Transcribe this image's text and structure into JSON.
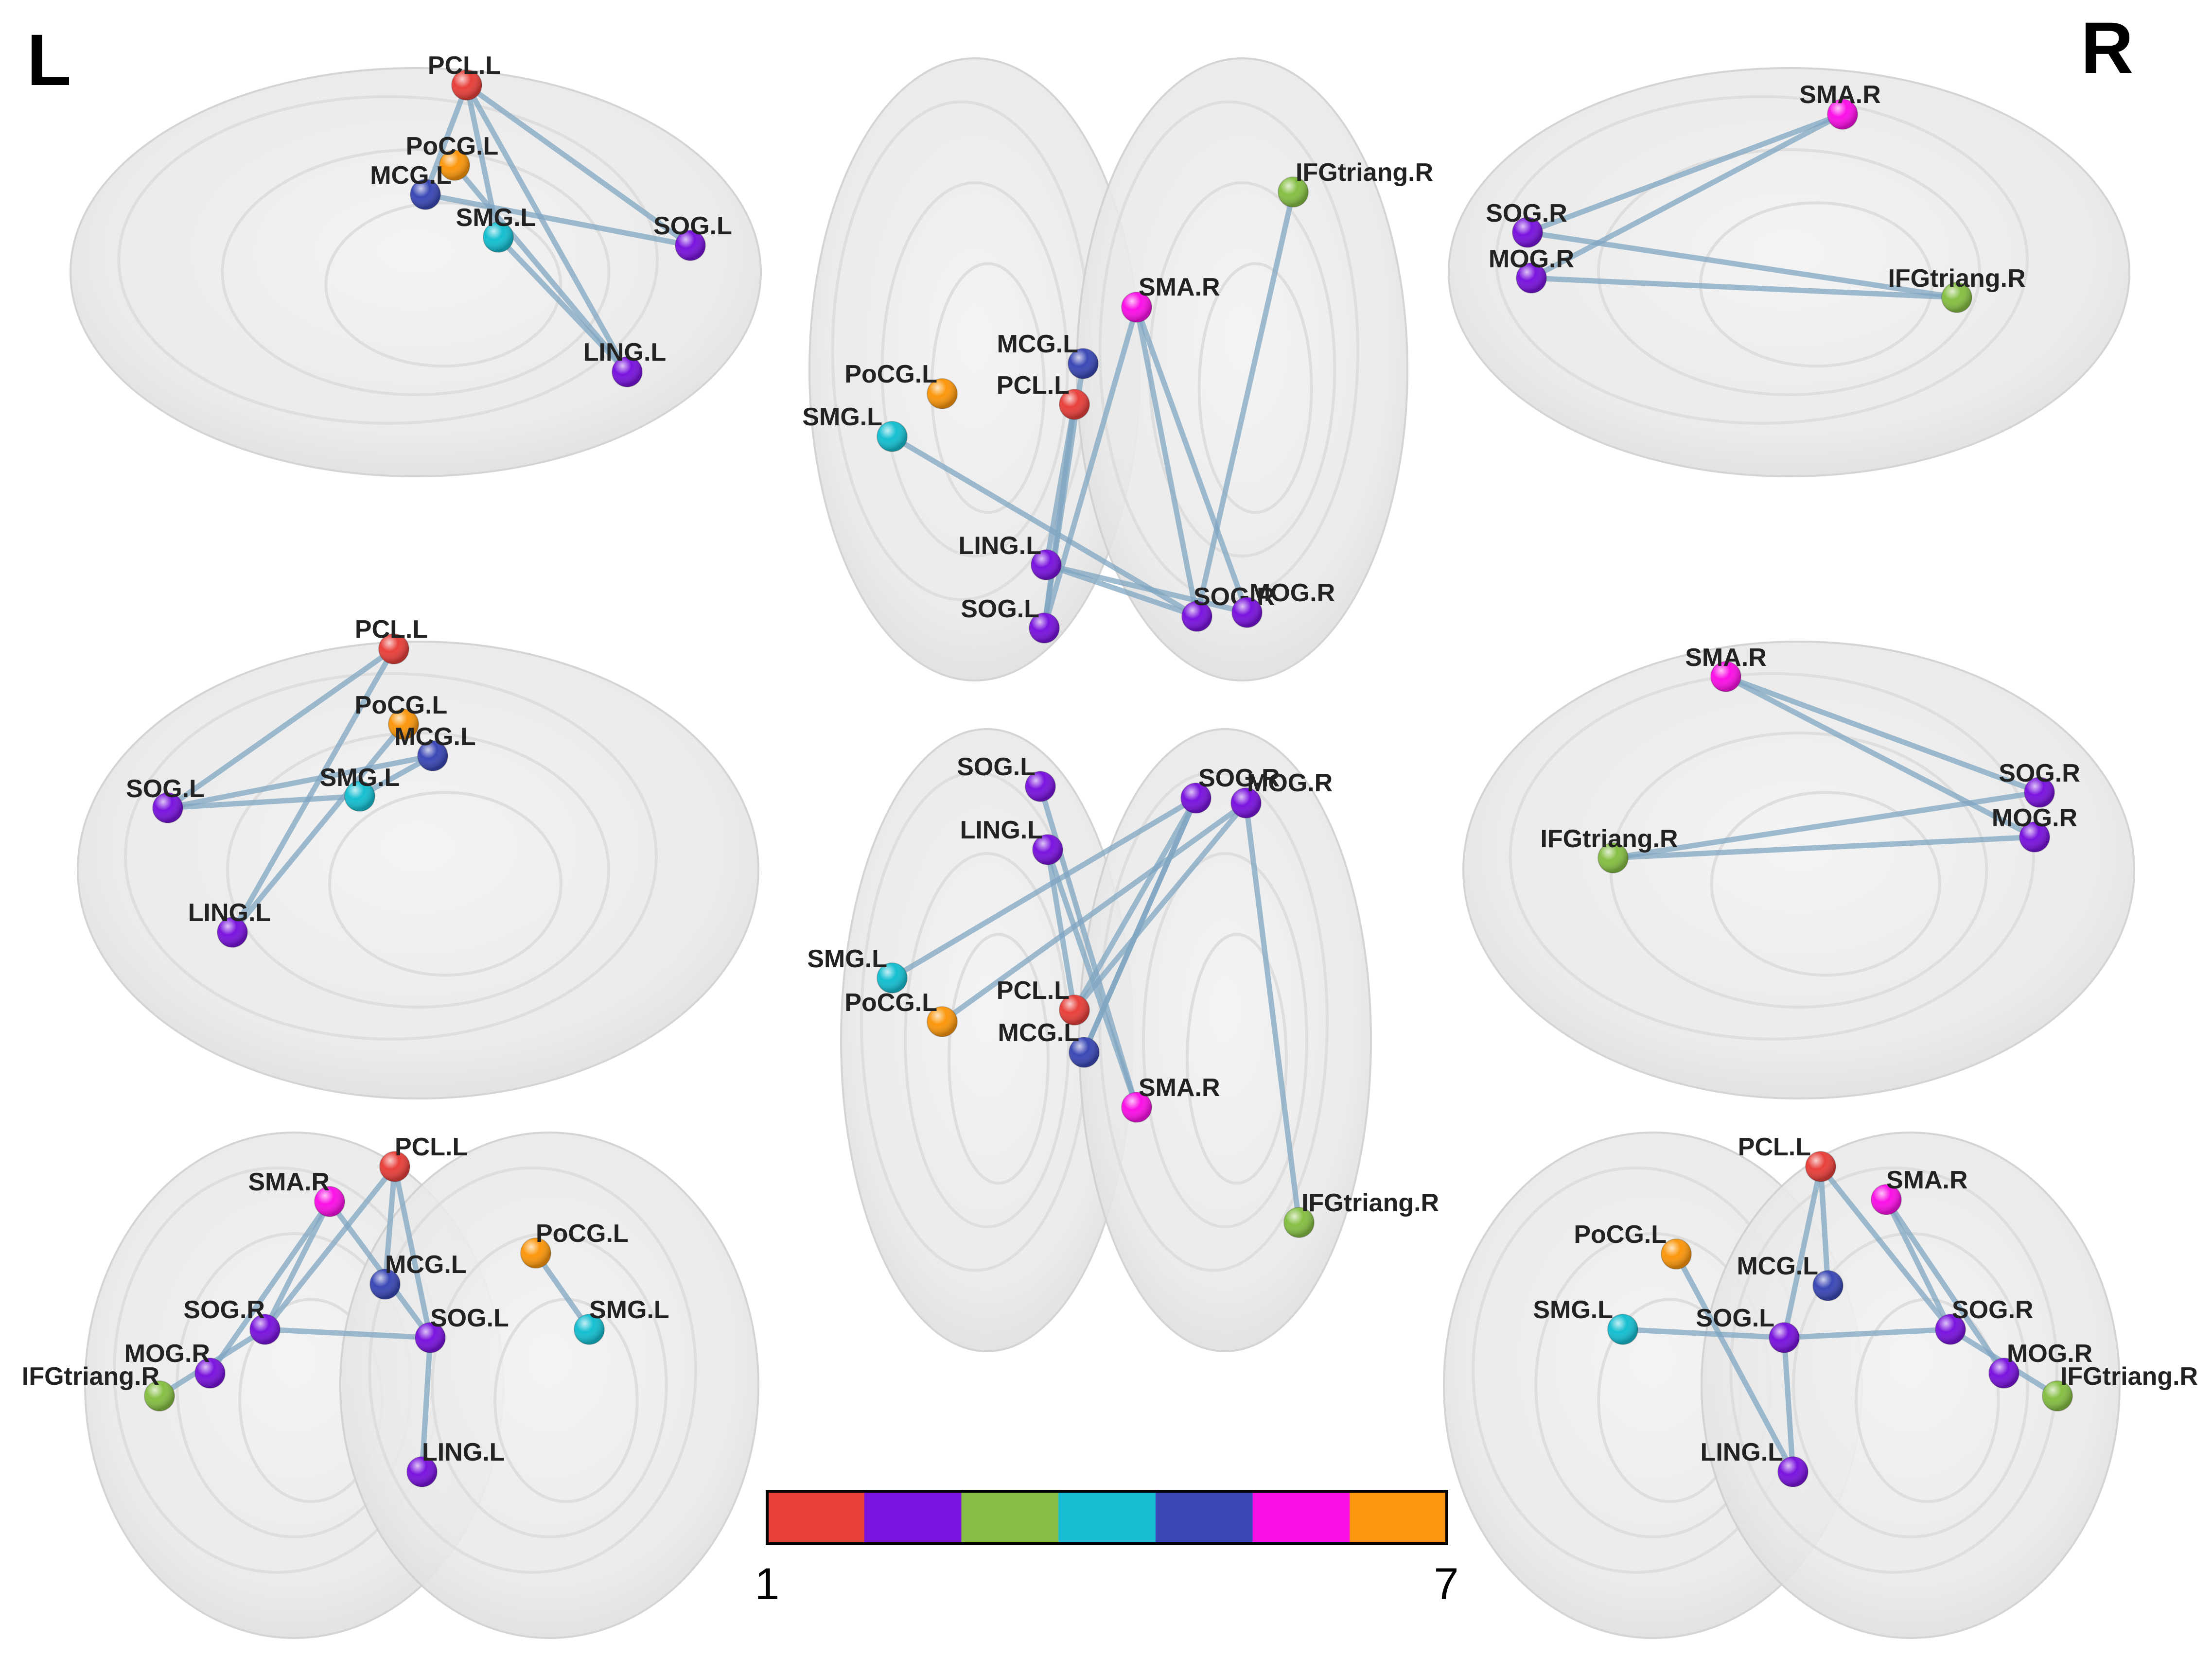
{
  "corner_labels": {
    "left": "L",
    "right": "R"
  },
  "colorbar": {
    "min_label": "1",
    "max_label": "7",
    "colors": [
      "#e8403b",
      "#7a14de",
      "#86bf44",
      "#15bfd1",
      "#3b48b5",
      "#fb10e6",
      "#fb970d"
    ]
  },
  "module_colors": {
    "PCL.L": "#e8403b",
    "SOG.L": "#7a14de",
    "LING.L": "#7a14de",
    "SOG.R": "#7a14de",
    "MOG.R": "#7a14de",
    "IFGtriang.R": "#86bf44",
    "SMG.L": "#15bfd1",
    "MCG.L": "#3b48b5",
    "SMA.R": "#fb10e6",
    "PoCG.L": "#fb970d"
  },
  "edge_color": "#7fa6c2",
  "views": [
    {
      "name": "left-lateral",
      "nodes": [
        {
          "label": "PCL.L"
        },
        {
          "label": "PoCG.L"
        },
        {
          "label": "MCG.L"
        },
        {
          "label": "SMG.L"
        },
        {
          "label": "SOG.L"
        },
        {
          "label": "LING.L"
        }
      ]
    },
    {
      "name": "dorsal",
      "nodes": [
        {
          "label": "IFGtriang.R"
        },
        {
          "label": "SMA.R"
        },
        {
          "label": "MCG.L"
        },
        {
          "label": "PoCG.L"
        },
        {
          "label": "PCL.L"
        },
        {
          "label": "SMG.L"
        },
        {
          "label": "LING.L"
        },
        {
          "label": "SOG.L"
        },
        {
          "label": "SOG.R"
        },
        {
          "label": "MOG.R"
        }
      ]
    },
    {
      "name": "right-lateral",
      "nodes": [
        {
          "label": "SMA.R"
        },
        {
          "label": "SOG.R"
        },
        {
          "label": "MOG.R"
        },
        {
          "label": "IFGtriang.R"
        }
      ]
    },
    {
      "name": "left-medial",
      "nodes": [
        {
          "label": "PCL.L"
        },
        {
          "label": "PoCG.L"
        },
        {
          "label": "MCG.L"
        },
        {
          "label": "SOG.L"
        },
        {
          "label": "SMG.L"
        },
        {
          "label": "LING.L"
        }
      ]
    },
    {
      "name": "ventral",
      "nodes": [
        {
          "label": "SOG.L"
        },
        {
          "label": "LING.L"
        },
        {
          "label": "SOG.R"
        },
        {
          "label": "MOG.R"
        },
        {
          "label": "SMG.L"
        },
        {
          "label": "PoCG.L"
        },
        {
          "label": "PCL.L"
        },
        {
          "label": "MCG.L"
        },
        {
          "label": "SMA.R"
        },
        {
          "label": "IFGtriang.R"
        }
      ]
    },
    {
      "name": "right-medial",
      "nodes": [
        {
          "label": "SMA.R"
        },
        {
          "label": "SOG.R"
        },
        {
          "label": "MOG.R"
        },
        {
          "label": "IFGtriang.R"
        }
      ]
    },
    {
      "name": "anterior",
      "nodes": [
        {
          "label": "PCL.L"
        },
        {
          "label": "SMA.R"
        },
        {
          "label": "PoCG.L"
        },
        {
          "label": "MCG.L"
        },
        {
          "label": "SOG.R"
        },
        {
          "label": "SOG.L"
        },
        {
          "label": "SMG.L"
        },
        {
          "label": "MOG.R"
        },
        {
          "label": "IFGtriang.R"
        },
        {
          "label": "LING.L"
        }
      ]
    },
    {
      "name": "posterior",
      "nodes": [
        {
          "label": "PCL.L"
        },
        {
          "label": "SMA.R"
        },
        {
          "label": "PoCG.L"
        },
        {
          "label": "MCG.L"
        },
        {
          "label": "SMG.L"
        },
        {
          "label": "SOG.L"
        },
        {
          "label": "SOG.R"
        },
        {
          "label": "MOG.R"
        },
        {
          "label": "IFGtriang.R"
        },
        {
          "label": "LING.L"
        }
      ]
    }
  ]
}
